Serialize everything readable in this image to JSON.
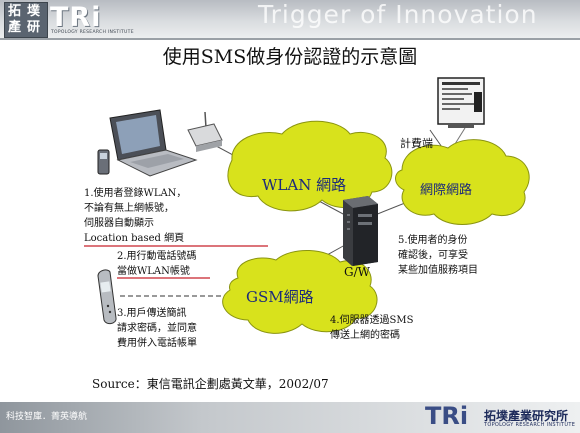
{
  "header": {
    "logo_chars": [
      "拓",
      "墣",
      "產",
      "研"
    ],
    "tri_logo": "TRi",
    "tri_subtitle": "TOPOLOGY RESEARCH INSTITUTE",
    "tagline": "Trigger of Innovation"
  },
  "title": "使用SMS做身份認證的示意圖",
  "clouds": {
    "wlan": "WLAN 網路",
    "internet": "網際網路",
    "gsm": "GSM網路"
  },
  "gateway_label": "G/W",
  "billing_label": "計費端",
  "steps": {
    "step1": [
      "1.使用者登錄WLAN，",
      "不論有無上網帳號，",
      "伺服器自動顯示",
      "Location based 網頁"
    ],
    "step2": [
      "2.用行動電話號碼",
      "當做WLAN帳號"
    ],
    "step3": [
      "3.用戶傳送簡訊",
      "請求密碼，並同意",
      "費用併入電話帳單"
    ],
    "step4": [
      "4.伺服器透過SMS",
      "傳送上網的密碼"
    ],
    "step5": [
      "5.使用者的身份",
      "確認後，可享受",
      "某些加值服務項目"
    ]
  },
  "source": "Source：東信電訊企劃處黃文華，2002/07",
  "footer": {
    "left_text": "科技智庫．菁英導航",
    "tri_logo": "TRi",
    "org_name": "拓墣產業研究所",
    "org_subtitle": "TOPOLOGY RESEARCH INSTITUTE"
  },
  "colors": {
    "cloud_fill": "#d8e21c",
    "cloud_text": "#1c2a7a",
    "logo_red": "#d51f26",
    "underline_red": "#c8202a"
  }
}
